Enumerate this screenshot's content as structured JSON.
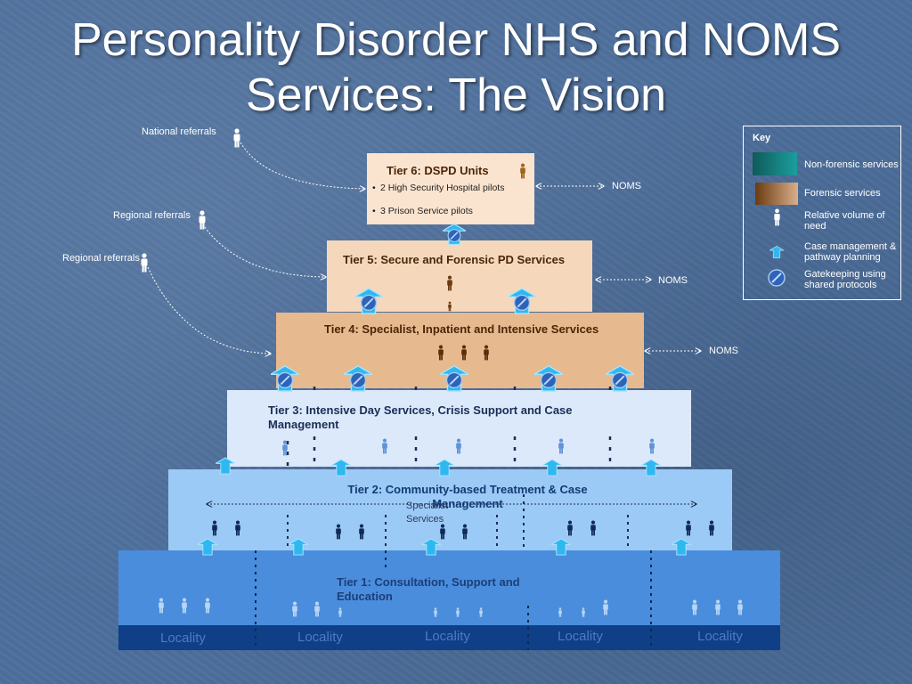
{
  "title": {
    "line1": "Personality Disorder NHS and NOMS",
    "line2": "Services: The Vision"
  },
  "referrals": {
    "national": "National referrals",
    "regional1": "Regional referrals",
    "regional2": "Regional referrals"
  },
  "tiers": {
    "tier6": {
      "label": "Tier 6: DSPD Units",
      "bullets": [
        "2 High Security Hospital pilots",
        "3 Prison Service pilots"
      ]
    },
    "tier5": {
      "label": "Tier 5: Secure and Forensic PD Services"
    },
    "tier4": {
      "label": "Tier 4: Specialist, Inpatient and Intensive Services"
    },
    "tier3": {
      "label": "Tier 3: Intensive Day Services, Crisis Support and Case Management"
    },
    "tier2": {
      "label": "Tier 2: Community-based Treatment & Case Management",
      "specialist": "Specialist Services"
    },
    "tier1": {
      "label": "Tier 1:  Consultation, Support and Education"
    }
  },
  "noms": {
    "n6": "NOMS",
    "n5": "NOMS",
    "n4": "NOMS"
  },
  "localities": [
    "Locality",
    "Locality",
    "Locality",
    "Locality",
    "Locality"
  ],
  "key": {
    "title": "Key",
    "nonforensic": "Non-forensic services",
    "forensic": "Forensic services",
    "volume": "Relative volume of need",
    "case": "Case management & pathway planning",
    "gate": "Gatekeeping using shared protocols"
  },
  "colors": {
    "tier6": "#fbe4cf",
    "tier5": "#f5d8bb",
    "tier4": "#e7b98e",
    "tier3": "#dce9fb",
    "tier2": "#9ccaf6",
    "tier1": "#4a8ddc",
    "locality_bar": "#0f3f86",
    "forensic_person": "#6b3a12",
    "nonforensic_person": "#5f92d8",
    "dark_person": "#0f2a57",
    "arrow": "#2fb8f0"
  }
}
